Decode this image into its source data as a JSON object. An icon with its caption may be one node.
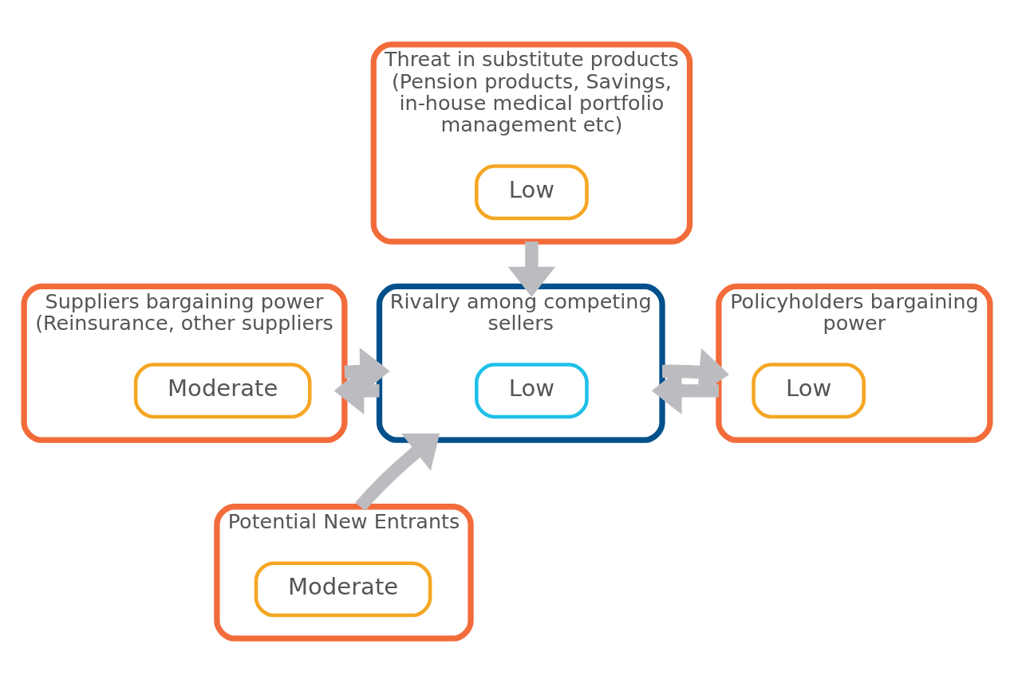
{
  "diagram": {
    "nodes": [
      {
        "text": [
          "Threat in substitute products (Pension products, Savings, in-house medical portfolio management etc)"
        ]
      },
      {
        "text": [
          "Low"
        ],
        "in": 0
      },
      {
        "text": [
          "Suppliers bargaining power (Reinsurance, other suppliers"
        ]
      },
      {
        "text": [
          "Moderate"
        ],
        "in": 2
      },
      {
        "text": [
          "Rivalry among competing sellers"
        ]
      },
      {
        "text": [
          "Low"
        ],
        "in": 4
      },
      {
        "text": [
          "Policyholders bargaining  power"
        ]
      },
      {
        "text": [
          "Low"
        ],
        "in": 6
      },
      {
        "text": [
          "Potential New Entrants"
        ]
      },
      {
        "text": [
          "Moderate"
        ],
        "in": 8
      }
    ],
    "edges": [
      {
        "from": 0,
        "to": 4,
        "arrow": "to"
      },
      {
        "from": 2,
        "to": 4,
        "arrow": "to"
      },
      {
        "from": 4,
        "to": 2,
        "arrow": "to"
      },
      {
        "from": 4,
        "to": 6,
        "arrow": "to"
      },
      {
        "from": 6,
        "to": 4,
        "arrow": "to"
      },
      {
        "from": 8,
        "to": 4,
        "arrow": "to"
      }
    ]
  }
}
